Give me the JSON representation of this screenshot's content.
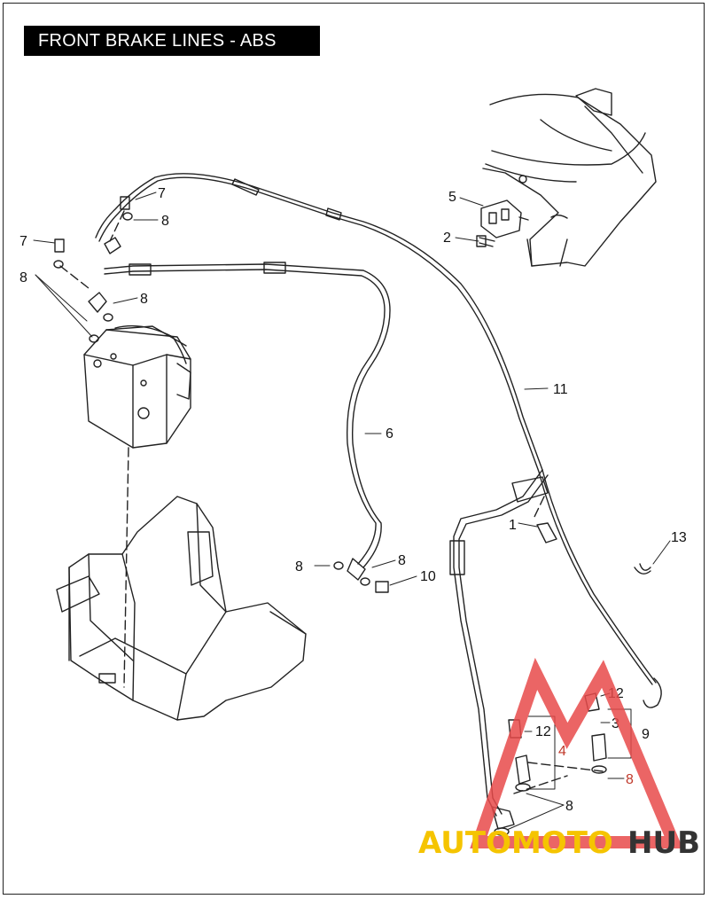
{
  "title": "FRONT BRAKE LINES - ABS",
  "callouts": {
    "c1": "1",
    "c2": "2",
    "c3": "3",
    "c4": "4",
    "c5": "5",
    "c6": "6",
    "c7a": "7",
    "c7b": "7",
    "c8a": "8",
    "c8b": "8",
    "c8c": "8",
    "c8d": "8",
    "c8e": "8",
    "c8f": "8",
    "c8g": "8",
    "c9": "9",
    "c10": "10",
    "c11": "11",
    "c12a": "12",
    "c12b": "12",
    "c13": "13"
  },
  "watermark": {
    "part1": "AUTOMOTO",
    "part2": "HUB",
    "color1": "#f5c400",
    "color2": "#333333",
    "triangle_color": "#e84a4a"
  },
  "colors": {
    "line": "#222222",
    "background": "#ffffff"
  }
}
